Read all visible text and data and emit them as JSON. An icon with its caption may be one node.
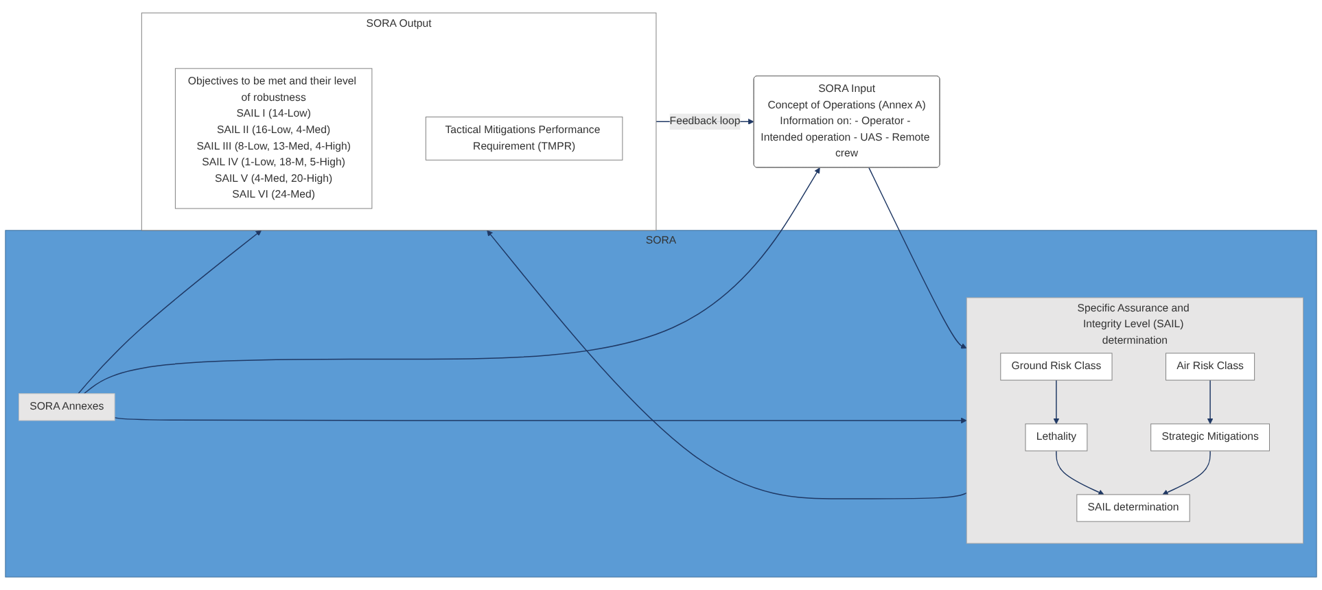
{
  "diagram": {
    "nodes": [
      {
        "text": [
          "SORA Input",
          "Concept of Operations (Annex A)",
          "Information on: - Operator - Intended operation - UAS - Remote crew"
        ]
      },
      {
        "text": [
          "SORA"
        ]
      },
      {
        "text": [
          "Specific Assurance and Integrity Level (SAIL) determination"
        ],
        "in": 1
      },
      {
        "text": [
          "Ground Risk Class"
        ],
        "in": 2
      },
      {
        "text": [
          "Air Risk Class"
        ],
        "in": 2
      },
      {
        "text": [
          "Lethality"
        ],
        "in": 2
      },
      {
        "text": [
          "Strategic Mitigations"
        ],
        "in": 2
      },
      {
        "text": [
          "SAIL determination"
        ],
        "in": 2
      },
      {
        "text": [
          "SORA Annexes"
        ],
        "in": 1
      },
      {
        "text": [
          "SORA Output"
        ]
      },
      {
        "text": [
          "Objectives to be met and their level of robustness",
          "SAIL I (14-Low)",
          "SAIL II (16-Low, 4-Med)",
          "SAIL III (8-Low, 13-Med, 4-High)",
          "SAIL IV (1-Low, 18-M, 5-High)",
          "SAIL V (4-Med, 20-High)",
          "SAIL VI (24-Med)"
        ],
        "in": 9
      },
      {
        "text": [
          "Tactical Mitigations Performance Requirement (TMPR)"
        ],
        "in": 9
      }
    ],
    "edges": [
      {
        "from": 0,
        "to": 2,
        "arrow": "to"
      },
      {
        "from": 2,
        "to": 9,
        "arrow": "to"
      },
      {
        "from": 3,
        "to": 5,
        "arrow": "to"
      },
      {
        "from": 4,
        "to": 6,
        "arrow": "to"
      },
      {
        "from": 5,
        "to": 7,
        "arrow": "to"
      },
      {
        "from": 6,
        "to": 7,
        "arrow": "to"
      },
      {
        "from": 8,
        "to": 2,
        "arrow": "to"
      },
      {
        "from": 8,
        "to": 0,
        "arrow": "to"
      },
      {
        "from": 8,
        "to": 9,
        "arrow": "to"
      },
      {
        "from": 9,
        "to": 0,
        "arrow": "to",
        "label": "Feedback loop"
      }
    ]
  }
}
